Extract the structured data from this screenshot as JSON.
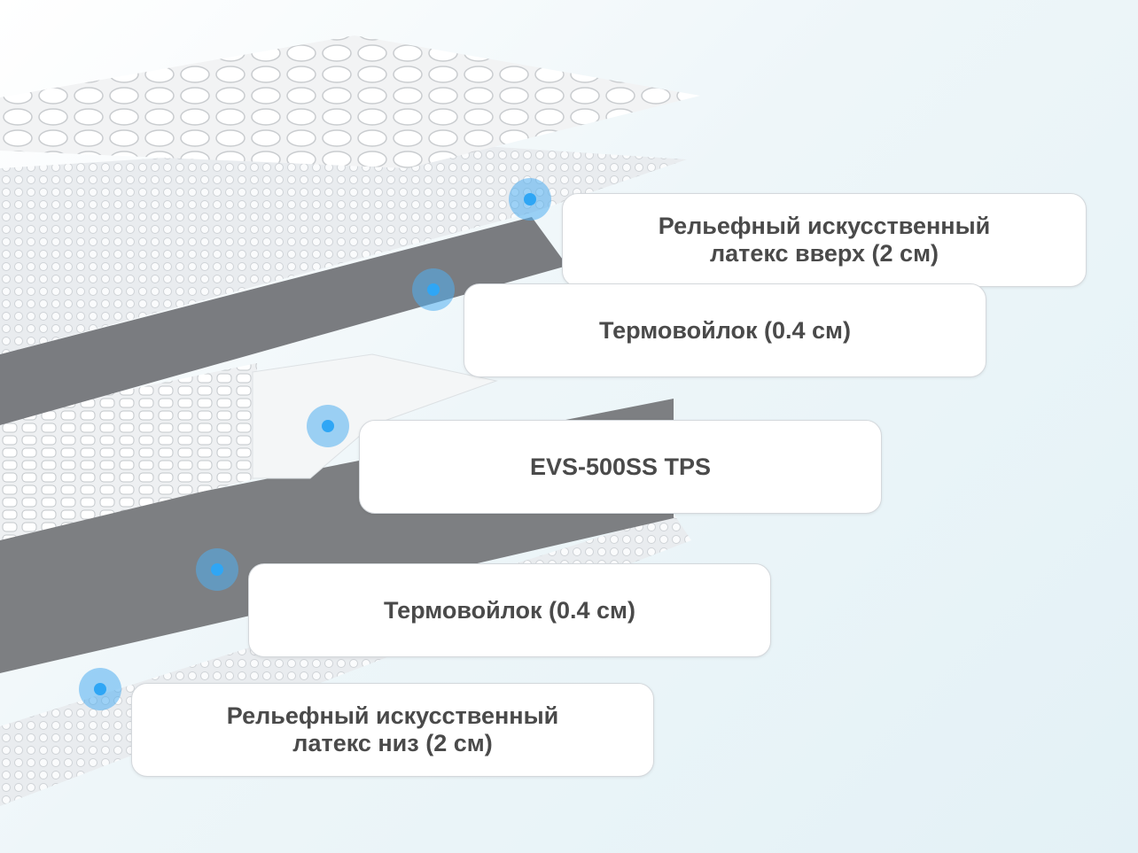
{
  "layers": [
    {
      "label": "Рельефный искусственный\nлатекс вверх (2 см)",
      "icon": "hotspot-dot"
    },
    {
      "label": "Термовойлок (0.4 см)",
      "icon": "hotspot-dot"
    },
    {
      "label": "EVS-500SS TPS",
      "icon": "hotspot-dot"
    },
    {
      "label": "Термовойлок (0.4 см)",
      "icon": "hotspot-dot"
    },
    {
      "label": "Рельефный искусственный\nлатекс низ (2 см)",
      "icon": "hotspot-dot"
    }
  ],
  "colors": {
    "accent": "#2fa6f5",
    "felt": "#7d7f82",
    "text": "#4a4a4a"
  }
}
